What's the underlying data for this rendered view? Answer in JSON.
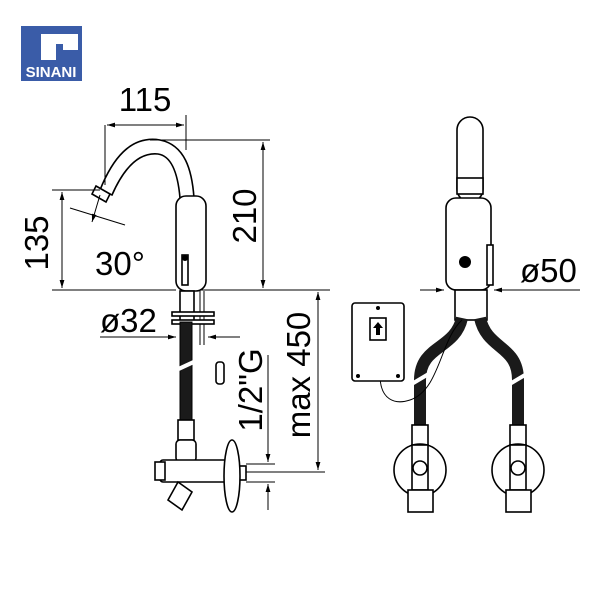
{
  "logo": {
    "brand": "SINANI",
    "color": "#3a5ca8"
  },
  "left_view": {
    "width_label": "115",
    "height_label": "210",
    "spout_height_label": "135",
    "angle_label": "30°",
    "diameter_label": "ø32",
    "thread_label": "1/2\"G",
    "hose_length_label": "max 450"
  },
  "right_view": {
    "diameter_label": "ø50"
  }
}
